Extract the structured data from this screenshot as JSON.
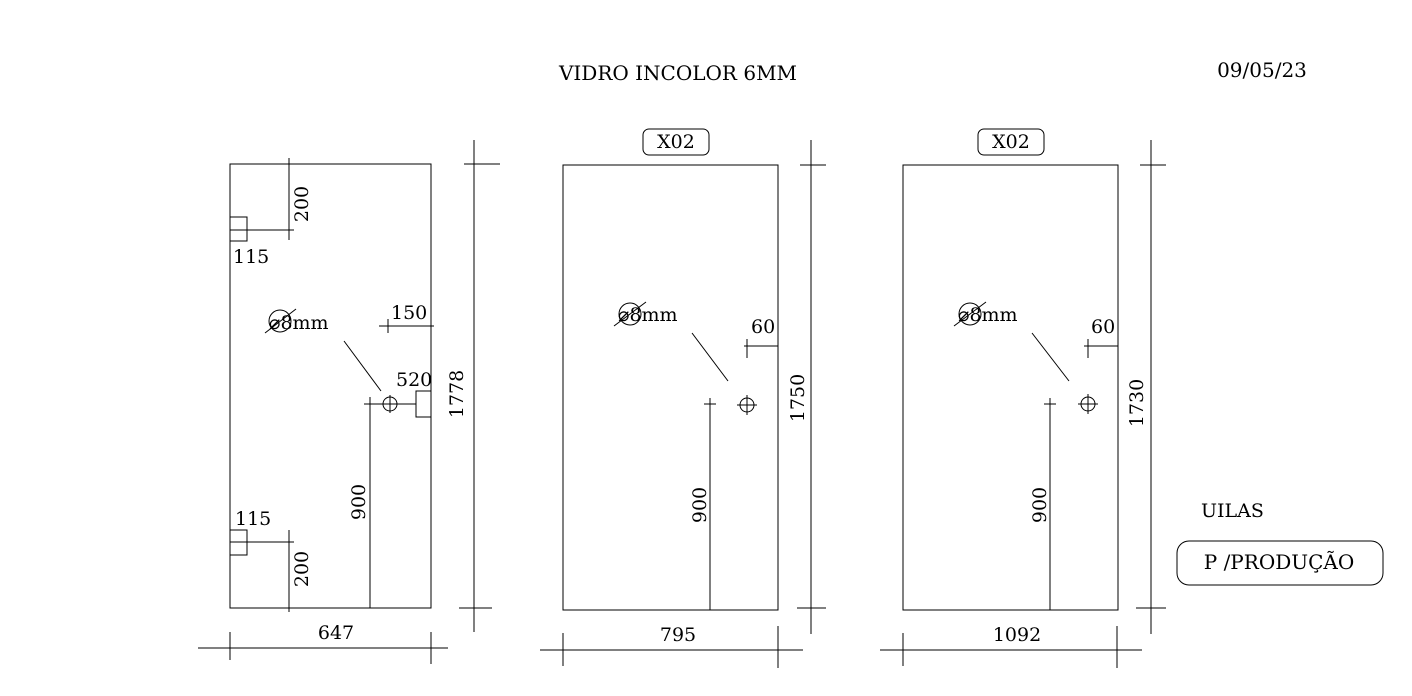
{
  "header": {
    "title": "VIDRO INCOLOR 6MM",
    "date": "09/05/23"
  },
  "panels": [
    {
      "tag": "",
      "width": "647",
      "height": "1778",
      "hole_label": "⌀8mm",
      "hole_height": "900",
      "hole_edge": "150",
      "hole_pos": "520",
      "hinge_top_offset": "200",
      "hinge_top_width": "115",
      "hinge_bottom_offset": "200",
      "hinge_bottom_width": "115"
    },
    {
      "tag": "X02",
      "width": "795",
      "height": "1750",
      "hole_label": "⌀8mm",
      "hole_height": "900",
      "hole_edge": "60"
    },
    {
      "tag": "X02",
      "width": "1092",
      "height": "1730",
      "hole_label": "⌀8mm",
      "hole_height": "900",
      "hole_edge": "60"
    }
  ],
  "footer": {
    "client": "UILAS",
    "status_badge": "P /PRODUÇÃO"
  }
}
